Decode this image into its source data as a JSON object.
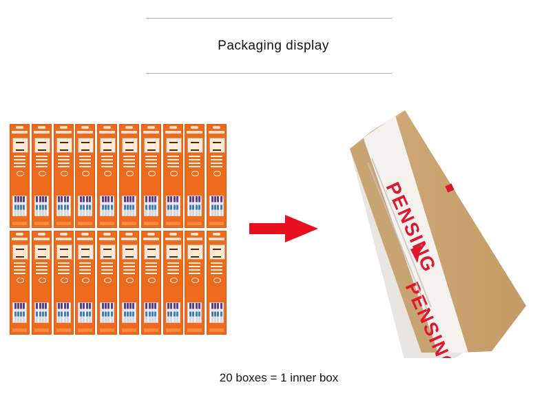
{
  "heading": "Packaging display",
  "caption": "20 boxes = 1 inner box",
  "pencil_box_count": 20,
  "carton": {
    "brand_text": "PENSING",
    "colors": {
      "cardboard": "#c9a473",
      "tape": "#f4f1ee",
      "brand_red": "#e0182e"
    }
  },
  "colors": {
    "pack_orange": "#ee6a1c",
    "arrow_red": "#e8101f",
    "rule_gray": "#b9b9b9"
  }
}
